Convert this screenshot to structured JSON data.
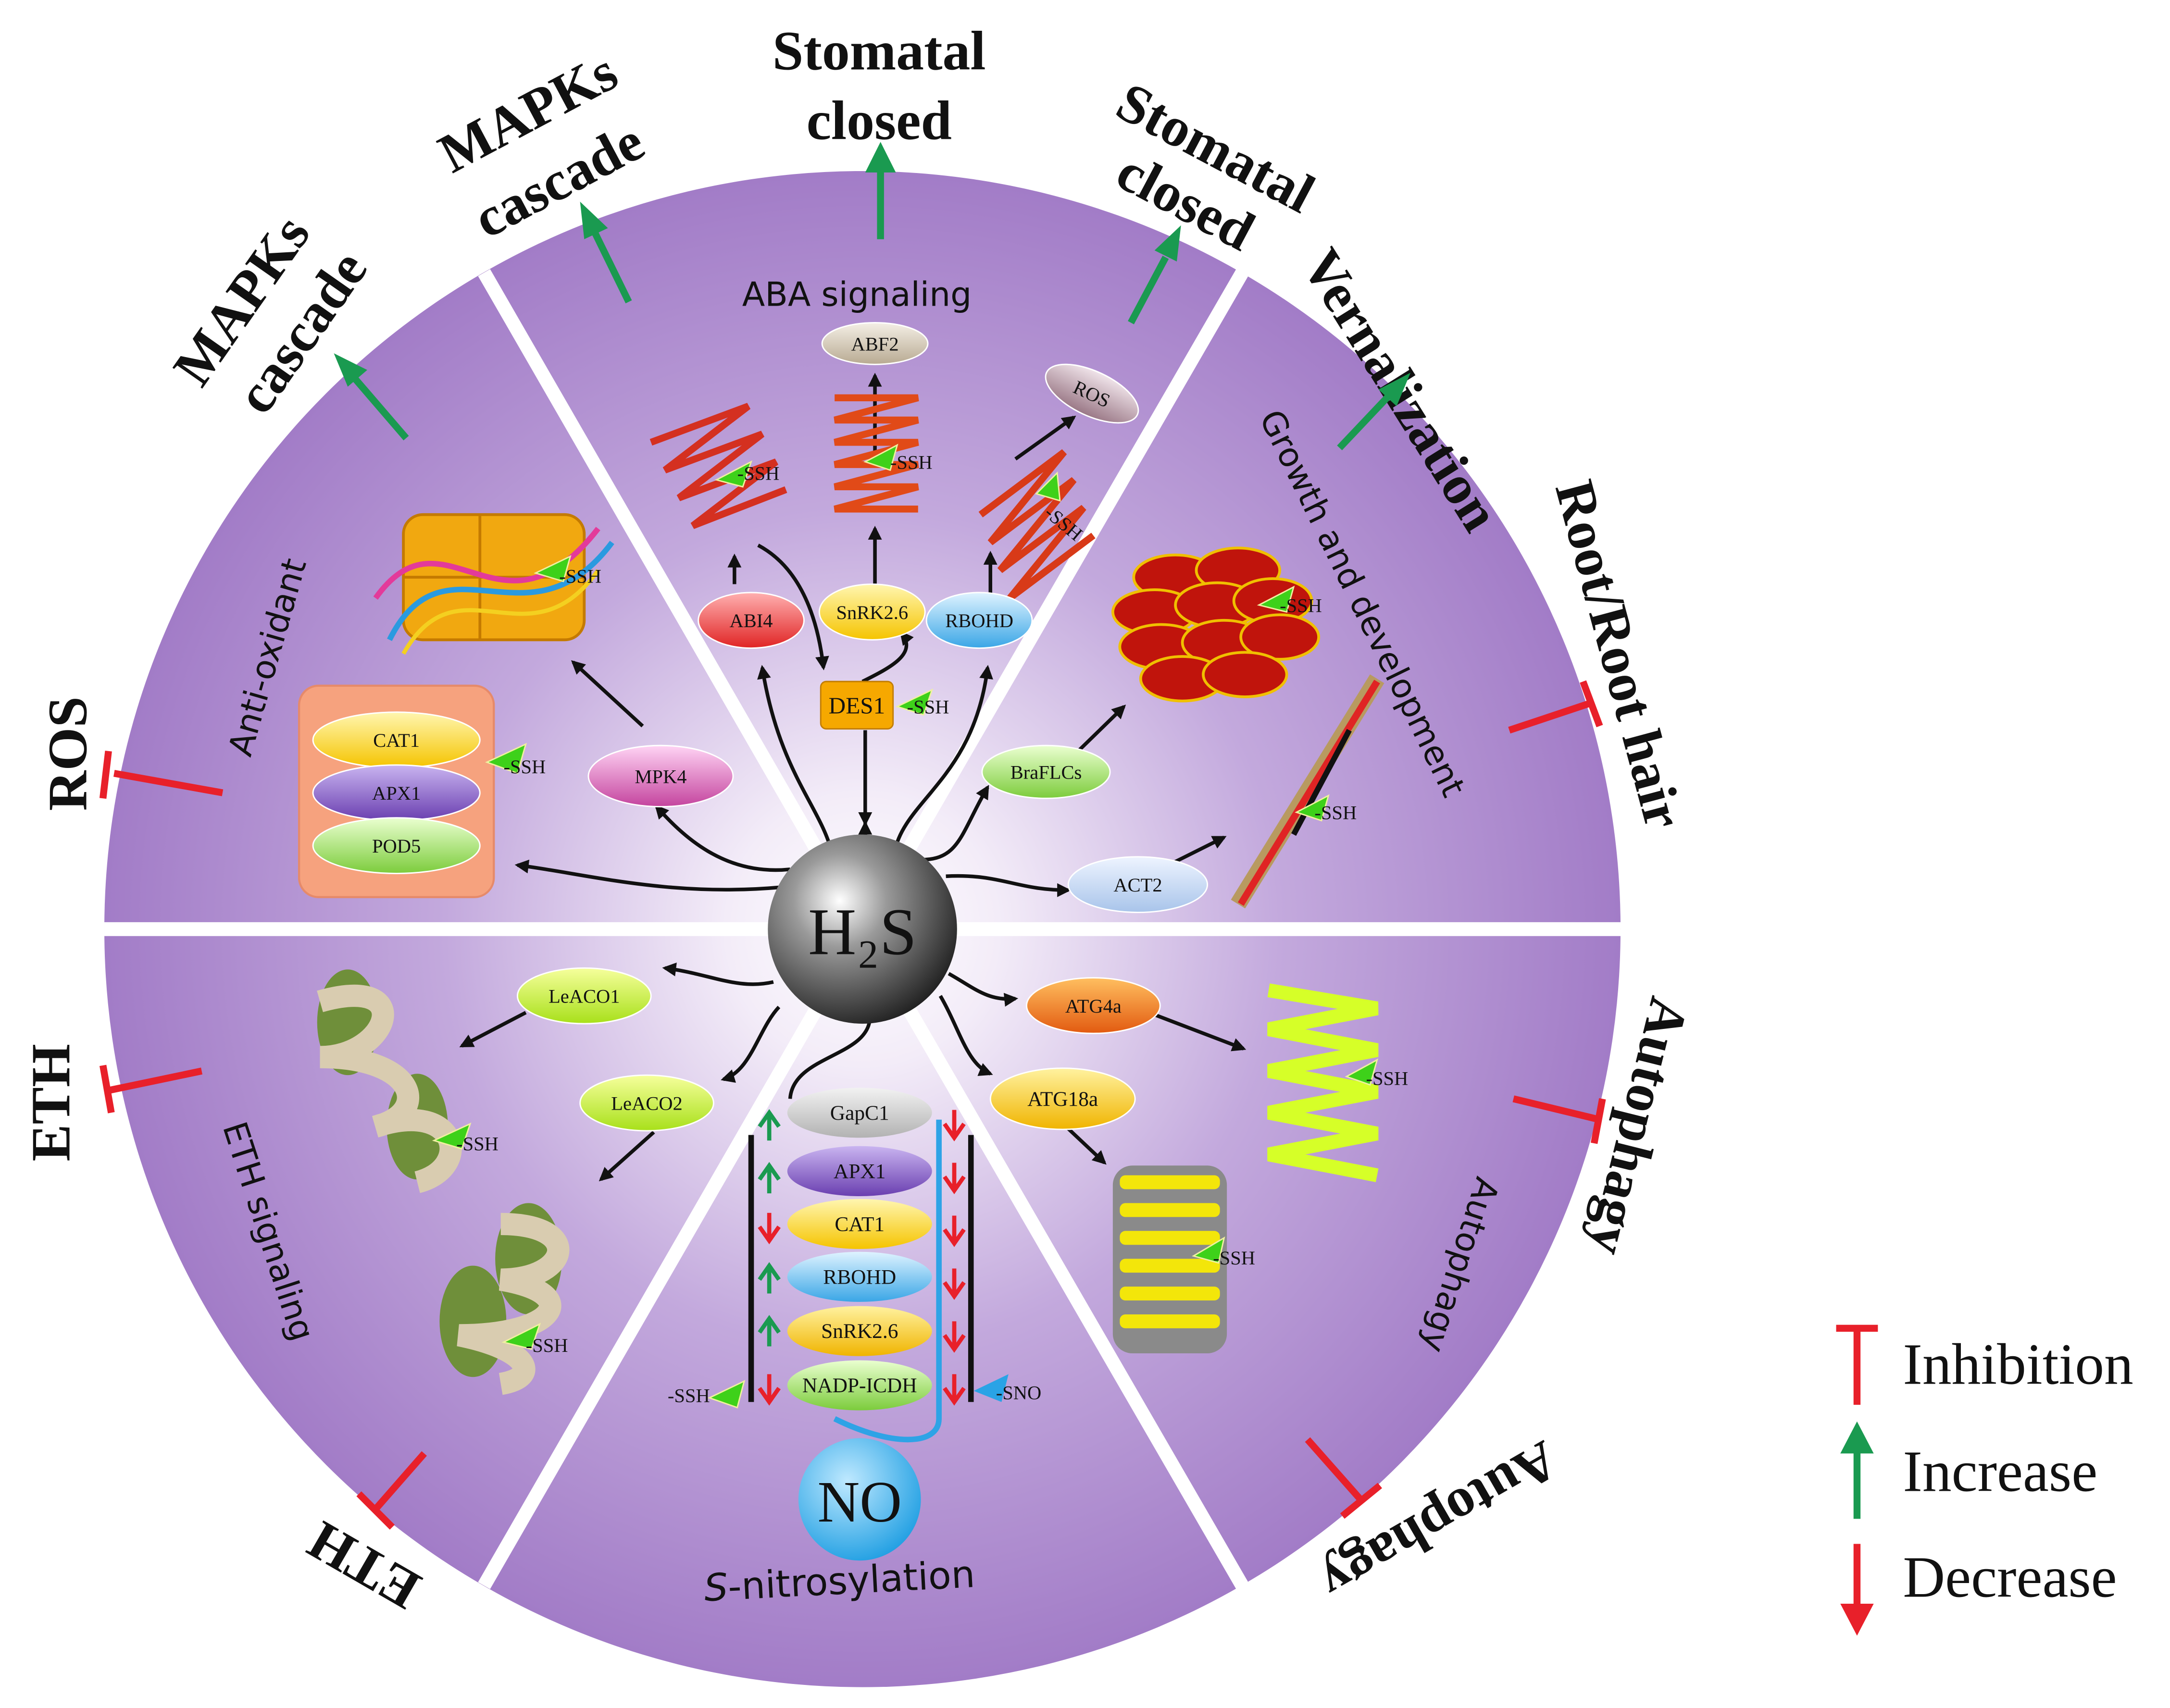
{
  "colors": {
    "disk_outer": "#a27cc7",
    "disk_inner": "#ffffff",
    "inhibition": "#e8202a",
    "increase": "#1a9a50",
    "decrease": "#e8202a",
    "h2s_ball": "#3a3a3a",
    "no_ball": "#35a9e6"
  },
  "center": {
    "h2s": "H₂S",
    "no": "NO"
  },
  "sectors": {
    "aba": "ABA signaling",
    "growth": "Growth and development",
    "autophagy": "Autophagy",
    "snitrosylation_prefix": "S",
    "snitrosylation_rest": "-nitrosylation",
    "eth": "ETH signaling",
    "antioxidant": "Anti-oxidant"
  },
  "outer_labels": {
    "mapks_1a": "MAPKs",
    "mapks_1b": "cascade",
    "mapks_2a": "MAPKs",
    "mapks_2b": "cascade",
    "stomatal_1a": "Stomatal",
    "stomatal_1b": "closed",
    "stomatal_2a": "Stomatal",
    "stomatal_2b": "closed",
    "vernalization": "Vernalization",
    "root": "Root/Root hair",
    "autophagy_1": "Autophagy",
    "autophagy_2": "Autophagy",
    "eth_1": "ETH",
    "eth_2": "ETH",
    "ros": "ROS"
  },
  "nodes": {
    "abf2": "ABF2",
    "ros": "ROS",
    "abi4": "ABI4",
    "snrk26": "SnRK2.6",
    "rbohd": "RBOHD",
    "des1": "DES1",
    "braflcs": "BraFLCs",
    "act2": "ACT2",
    "mpk4": "MPK4",
    "cat1": "CAT1",
    "apx1": "APX1",
    "pod5": "POD5",
    "leaco1": "LeACO1",
    "leaco2": "LeACO2",
    "atg4a": "ATG4a",
    "atg18a": "ATG18a"
  },
  "snitro_stack": [
    "GapC1",
    "APX1",
    "CAT1",
    "RBOHD",
    "SnRK2.6",
    "NADP-ICDH"
  ],
  "tags": {
    "ssh": "-SSH",
    "sno": "-SNO"
  },
  "legend": {
    "inhibition": "Inhibition",
    "increase": "Increase",
    "decrease": "Decrease"
  }
}
